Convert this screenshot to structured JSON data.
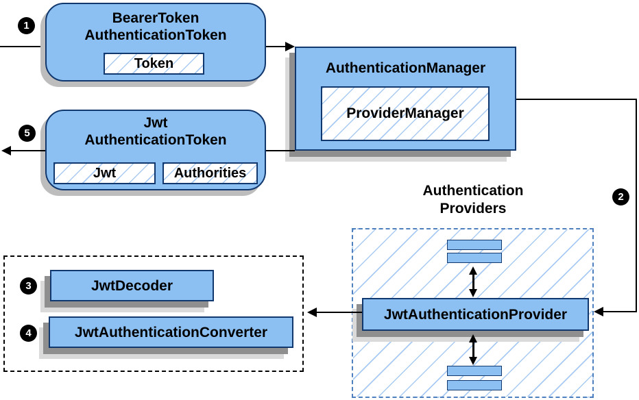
{
  "steps": {
    "s1": "1",
    "s2": "2",
    "s3": "3",
    "s4": "4",
    "s5": "5"
  },
  "labels": {
    "providers_line1": "Authentication",
    "providers_line2": "Providers"
  },
  "nodes": {
    "bearer_token": {
      "title_line1": "BearerToken",
      "title_line2": "AuthenticationToken",
      "chip": "Token"
    },
    "authentication_manager": {
      "title": "AuthenticationManager",
      "chip": "ProviderManager"
    },
    "jwt_authentication_token": {
      "title_line1": "Jwt",
      "title_line2": "AuthenticationToken",
      "chip_jwt": "Jwt",
      "chip_authorities": "Authorities"
    },
    "jwt_authentication_provider": {
      "title": "JwtAuthenticationProvider"
    },
    "jwt_decoder": {
      "title": "JwtDecoder"
    },
    "jwt_authentication_converter": {
      "title": "JwtAuthenticationConverter"
    }
  },
  "colors": {
    "node_fill": "#8cc0f2",
    "node_border": "#11386e",
    "hatch_line": "#a9caf2",
    "providers_border": "#4e80c0",
    "shadow_dark": "#8f8f8f",
    "shadow_mid": "#bdbdbd",
    "shadow_light": "#dadada",
    "line_color": "#000000",
    "badge_bg": "#000000",
    "badge_text": "#ffffff"
  }
}
